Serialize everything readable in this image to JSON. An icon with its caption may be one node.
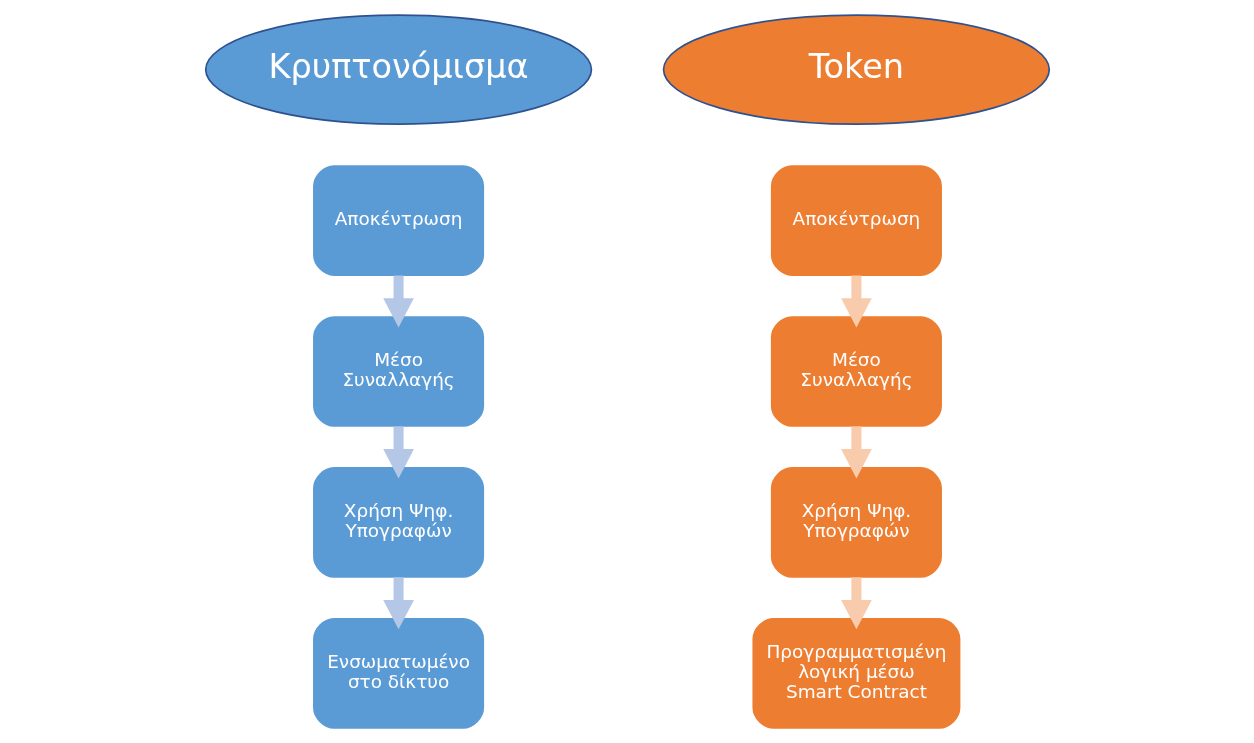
{
  "diagram": {
    "nodes": [
      {
        "text": [
          "Κρυπτονόμισμα"
        ]
      },
      {
        "text": [
          "Αποκέντρωση"
        ]
      },
      {
        "text": [
          "Μέσο Συναλλαγής"
        ]
      },
      {
        "text": [
          "Χρήση Ψηφ. Υπογραφών"
        ]
      },
      {
        "text": [
          "Ενσωματωμένο στο δίκτυο"
        ]
      },
      {
        "text": [
          "Token"
        ]
      },
      {
        "text": [
          "Αποκέντρωση"
        ]
      },
      {
        "text": [
          "Μέσο Συναλλαγής"
        ]
      },
      {
        "text": [
          "Χρήση Ψηφ. Υπογραφών"
        ]
      },
      {
        "text": [
          "Προγραμματισμένη λογική μέσω Smart Contract"
        ]
      }
    ],
    "edges": [
      {
        "from": 1,
        "to": 2,
        "arrow": "to",
        "color": "#b4c7e7"
      },
      {
        "from": 2,
        "to": 3,
        "arrow": "to",
        "color": "#b4c7e7"
      },
      {
        "from": 3,
        "to": 4,
        "arrow": "to",
        "color": "#b4c7e7"
      },
      {
        "from": 6,
        "to": 7,
        "arrow": "to",
        "color": "#f8cbad"
      },
      {
        "from": 7,
        "to": 8,
        "arrow": "to",
        "color": "#f8cbad"
      },
      {
        "from": 8,
        "to": 9,
        "arrow": "to",
        "color": "#f8cbad"
      }
    ]
  }
}
